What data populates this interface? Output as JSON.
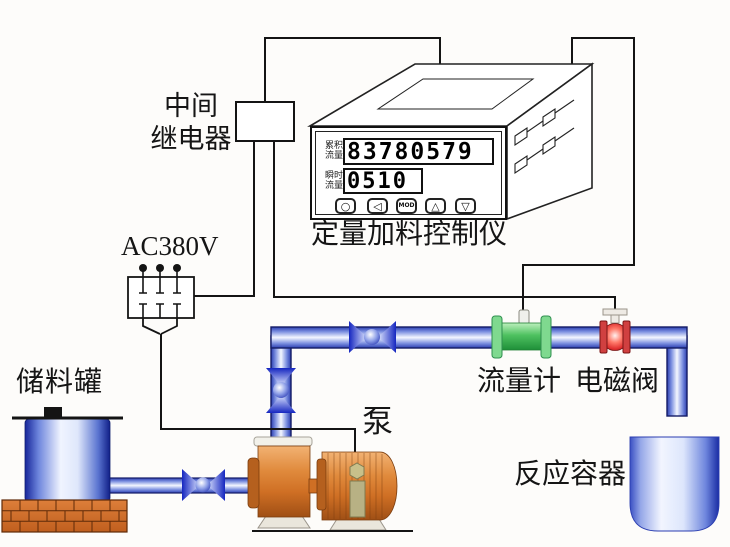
{
  "labels": {
    "relay_line1": "中间",
    "relay_line2": "继电器",
    "power": "AC380V",
    "tank": "储料罐",
    "pump": "泵",
    "flowmeter": "流量计",
    "solenoid_valve": "电磁阀",
    "vessel": "反应容器"
  },
  "instrument": {
    "caption": "定量加料控制仪",
    "rows": [
      {
        "label_line1": "累积",
        "label_line2": "流量",
        "value": "83780579"
      },
      {
        "label_line1": "瞬时",
        "label_line2": "流量",
        "value": "0510"
      }
    ],
    "buttons": [
      "○",
      "◁",
      "MOD",
      "△",
      "▽"
    ]
  },
  "colors": {
    "wire": "#141414",
    "pipe_blue": "#2a3db0",
    "flowmeter_green": "#3fbf55",
    "solenoid_red": "#d42a2a",
    "pump_orange": "#d97a2e",
    "tank_blue": "#1b2d9e",
    "brick_orange": "#cf6b27"
  }
}
